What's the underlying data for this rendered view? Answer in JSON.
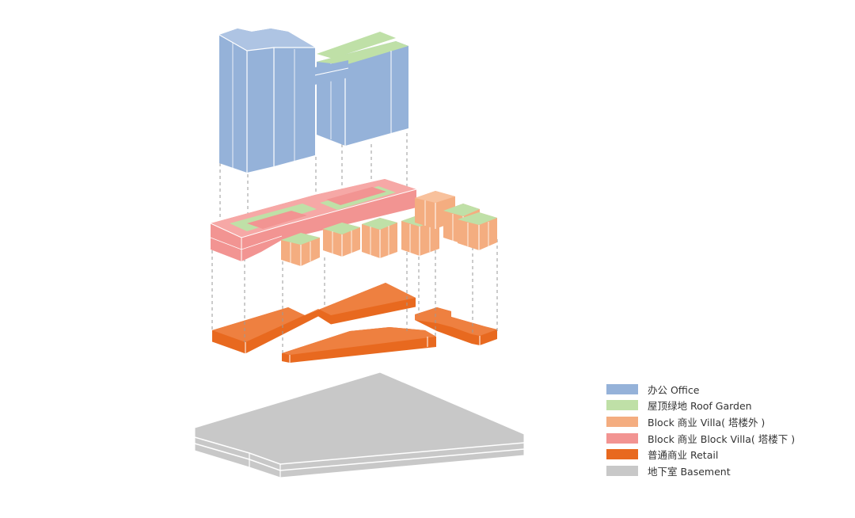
{
  "colors": {
    "office": "#95b2d9",
    "roof_garden": "#bfe0a7",
    "block_villa_outside": "#f4ad80",
    "block_villa_under": "#f29492",
    "retail": "#e8691f",
    "basement": "#c8c8c8"
  },
  "legend": [
    {
      "label": "办公 Office",
      "color": "#95b2d9"
    },
    {
      "label": "屋顶绿地 Roof Garden",
      "color": "#bfe0a7"
    },
    {
      "label": "Block 商业 Villa( 塔楼外 )",
      "color": "#f4ad80"
    },
    {
      "label": "Block 商业 Block Villa( 塔楼下 )",
      "color": "#f29492"
    },
    {
      "label": "普通商业 Retail",
      "color": "#e8691f"
    },
    {
      "label": "地下室 Basement",
      "color": "#c8c8c8"
    }
  ]
}
